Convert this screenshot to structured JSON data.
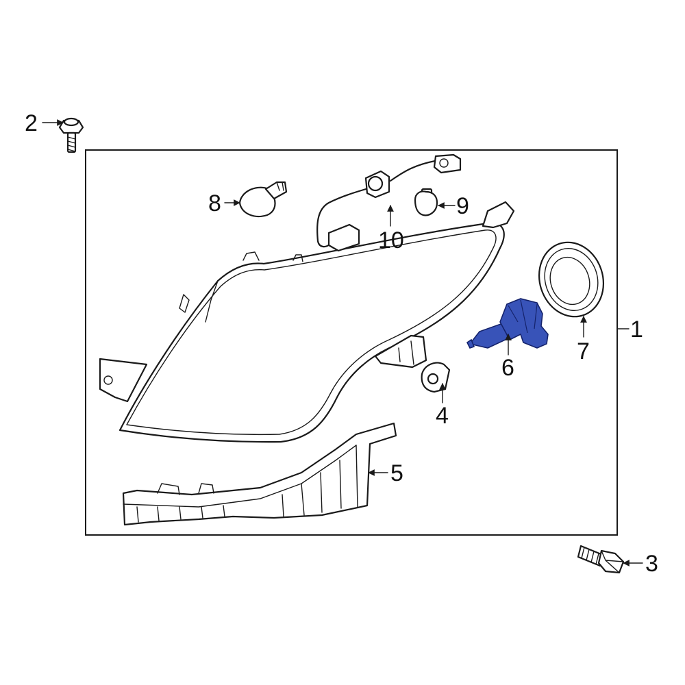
{
  "colors": {
    "background": "#ffffff",
    "line": "#1a1a1a",
    "highlight_fill": "#3853b8",
    "highlight_stroke": "#15236b"
  },
  "highlighted_part": "6",
  "callouts": {
    "c1": "1",
    "c2": "2",
    "c3": "3",
    "c4": "4",
    "c5": "5",
    "c6": "6",
    "c7": "7",
    "c8": "8",
    "c9": "9",
    "c10": "10"
  }
}
